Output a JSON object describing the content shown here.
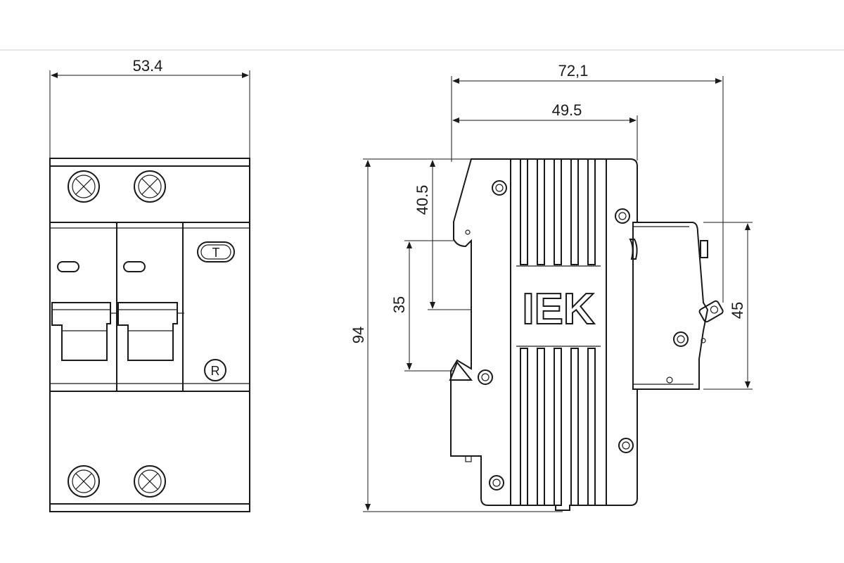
{
  "front_view": {
    "dim_width": "53.4",
    "test_button_symbol": "T",
    "reset_symbol": "R"
  },
  "side_view": {
    "dim_total_depth": "72,1",
    "dim_body_depth": "49.5",
    "dim_height": "94",
    "dim_front_height": "40.5",
    "dim_din_rail": "35",
    "dim_rear_height": "45",
    "brand_logo": "IEK"
  }
}
